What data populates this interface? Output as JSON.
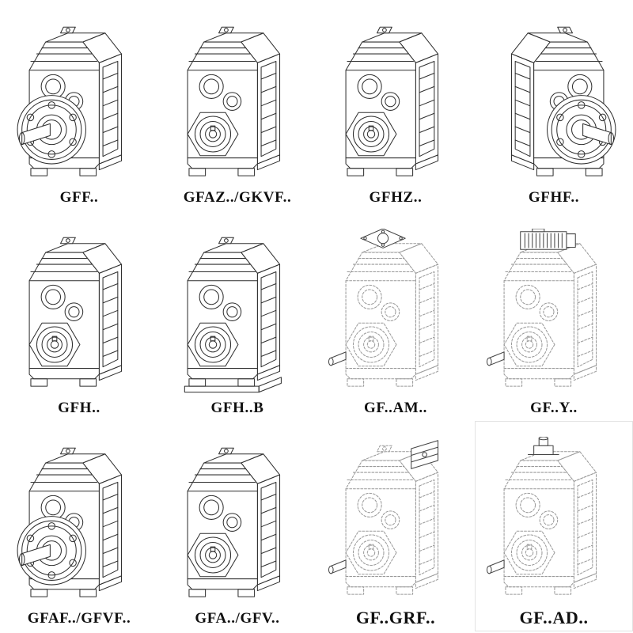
{
  "page": {
    "background": "#ffffff",
    "ink_color": "#2f2f2f",
    "phantom_color": "#9a9a9a",
    "attachment_color": "#444444"
  },
  "catalog": {
    "items": [
      {
        "label": "GFF..",
        "variant": "flange"
      },
      {
        "label": "GFAZ../GKVF..",
        "variant": "hollow"
      },
      {
        "label": "GFHZ..",
        "variant": "hollow"
      },
      {
        "label": "GFHF..",
        "variant": "flange-right"
      },
      {
        "label": "GFH..",
        "variant": "hollow"
      },
      {
        "label": "GFH..B",
        "variant": "hollow-base"
      },
      {
        "label": "GF..AM..",
        "variant": "dashed-am"
      },
      {
        "label": "GF..Y..",
        "variant": "dashed-motor"
      },
      {
        "label": "GFAF../GFVF..",
        "variant": "flange"
      },
      {
        "label": "GFA../GFV..",
        "variant": "hollow"
      },
      {
        "label": "GF..GRF..",
        "variant": "dashed-grf"
      },
      {
        "label": "GF..AD..",
        "variant": "dashed-ad"
      }
    ]
  }
}
